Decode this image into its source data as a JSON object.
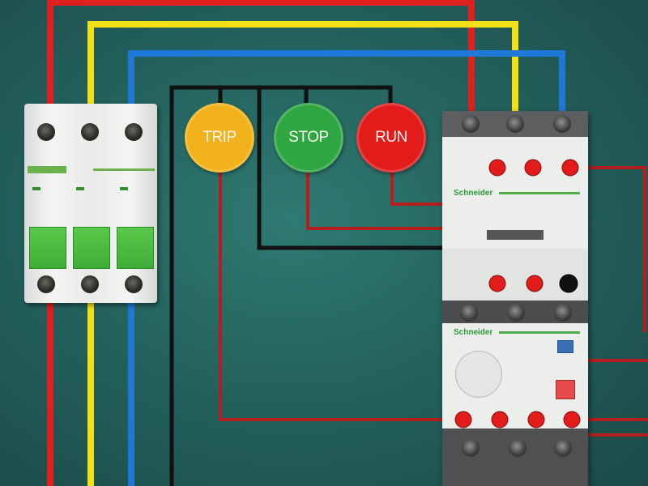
{
  "lamps": {
    "trip": {
      "label": "TRIP",
      "color": "#f2b21b"
    },
    "stop": {
      "label": "STOP",
      "color": "#2ea642"
    },
    "run": {
      "label": "RUN",
      "color": "#e21b1b"
    }
  },
  "contactor": {
    "brand": "Schneider"
  },
  "overload_relay": {
    "brand": "Schneider"
  },
  "colors": {
    "wire_red": "#e01f1f",
    "wire_yellow": "#f2e018",
    "wire_blue": "#1f78d6",
    "wire_black": "#111111",
    "wire_control_red": "#b41e1e",
    "background": "#24625d"
  }
}
